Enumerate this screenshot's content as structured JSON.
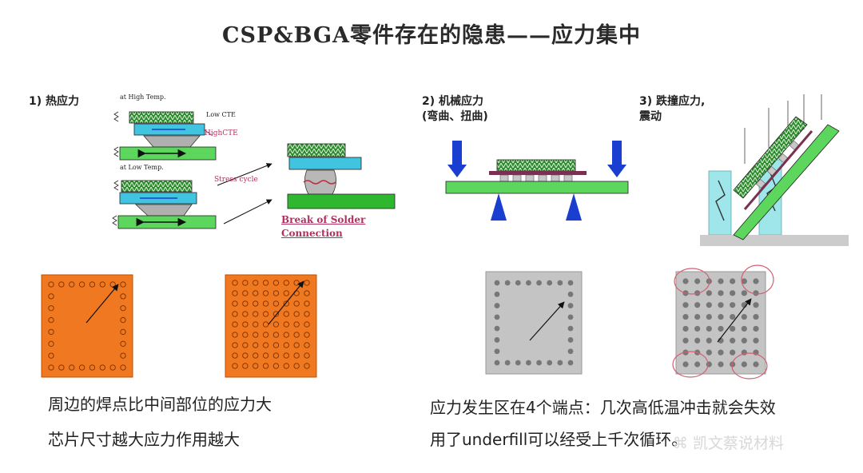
{
  "title": "CSP&BGA零件存在的隐患——应力集中",
  "section1": {
    "heading": "1) 热应力",
    "high_temp": "at High Temp.",
    "low_cte": "Low CTE",
    "high_cte": "HighCTE",
    "low_temp": "at Low Temp.",
    "stress_cycle": "Stress cycle",
    "break_line1": "Break of Solder",
    "break_line2": "Connection"
  },
  "section2": {
    "heading_line1": "2) 机械应力",
    "heading_line2": "(弯曲、扭曲)"
  },
  "section3": {
    "heading_line1": "3) 跌撞应力,",
    "heading_line2": "震动"
  },
  "captions": {
    "left_line1": "周边的焊点比中间部位的应力大",
    "left_line2": "芯片尺寸越大应力作用越大",
    "right_line1": "应力发生区在4个端点：几次高低温冲击就会失效",
    "right_line2": "用了underfill可以经受上千次循环。"
  },
  "watermark": "凯文蔡说材料",
  "colors": {
    "orange": "#f07820",
    "gray_chip": "#c4c4c4",
    "green_board": "#5cd65c",
    "dark_green_chip": "#2e8b2e",
    "blue_substrate": "#40c4e0",
    "blue_arrow": "#1a3fd0",
    "callout_red": "#d04050"
  }
}
